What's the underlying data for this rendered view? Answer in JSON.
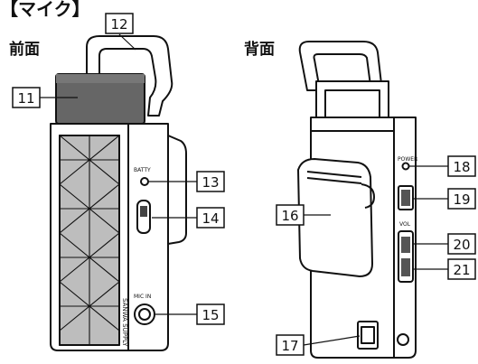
{
  "section_title": "【マイク】",
  "views": {
    "front": {
      "title": "前面"
    },
    "back": {
      "title": "背面"
    }
  },
  "device_text": {
    "brand": "SANWA SUPPLY",
    "batt": "BATTY",
    "mic_in": "MIC IN",
    "power": "POWER",
    "vol": "VOL"
  },
  "callouts": {
    "c11": "11",
    "c12": "12",
    "c13": "13",
    "c14": "14",
    "c15": "15",
    "c16": "16",
    "c17": "17",
    "c18": "18",
    "c19": "19",
    "c20": "20",
    "c21": "21"
  }
}
